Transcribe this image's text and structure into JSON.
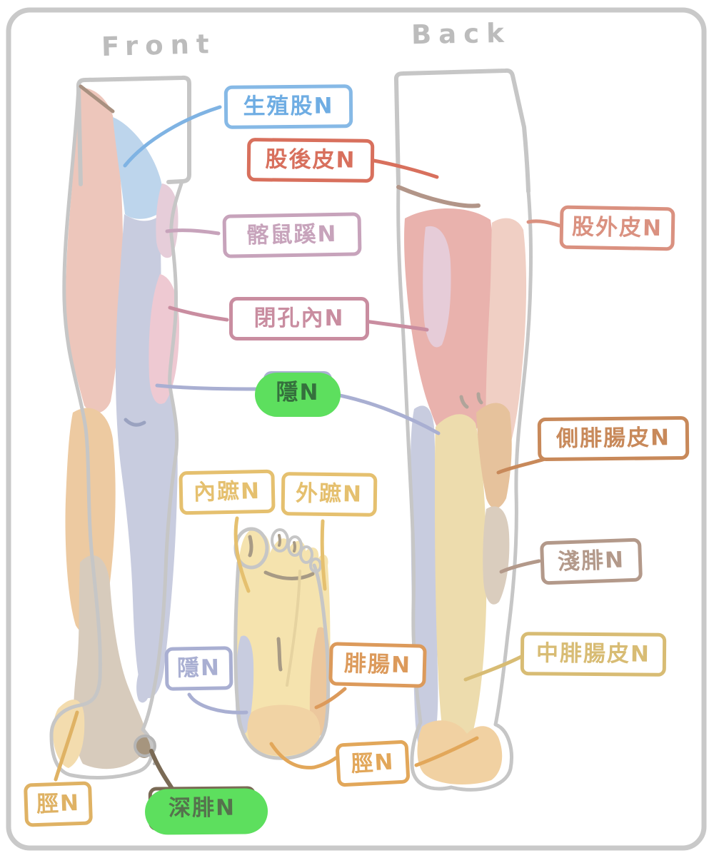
{
  "views": {
    "front": "Front",
    "back": "Back"
  },
  "nerve_labels": [
    {
      "id": "genitofemoral",
      "text": "生殖股N",
      "color": "#86b9e6",
      "highlighted": false
    },
    {
      "id": "posterior-femoral-cutaneous",
      "text": "股後皮N",
      "color": "#d8705d",
      "highlighted": false
    },
    {
      "id": "ilioinguinal",
      "text": "髂鼠蹊N",
      "color": "#c7a3bb",
      "highlighted": false
    },
    {
      "id": "obturator",
      "text": "閉孔內N",
      "color": "#c98da0",
      "highlighted": false
    },
    {
      "id": "saphenous",
      "text": "隱N",
      "color": "#a9afd2",
      "highlighted": true,
      "highlight_color": "#5ddf5e",
      "text_color": "#35703d"
    },
    {
      "id": "medial-plantar",
      "text": "內蹠N",
      "color": "#e5c06f",
      "highlighted": false
    },
    {
      "id": "lateral-plantar",
      "text": "外蹠N",
      "color": "#e5c06f",
      "highlighted": false
    },
    {
      "id": "lateral-femoral-cutaneous",
      "text": "股外皮N",
      "color": "#da9180",
      "highlighted": false
    },
    {
      "id": "lateral-sural-cutaneous",
      "text": "側腓腸皮N",
      "color": "#c8895a",
      "highlighted": false
    },
    {
      "id": "superficial-peroneal",
      "text": "淺腓N",
      "color": "#b3998a",
      "highlighted": false
    },
    {
      "id": "medial-sural-cutaneous",
      "text": "中腓腸皮N",
      "color": "#d8bc74",
      "highlighted": false
    },
    {
      "id": "saphenous-ankle",
      "text": "隱N",
      "color": "#a9afd2",
      "highlighted": false
    },
    {
      "id": "sural",
      "text": "腓腸N",
      "color": "#dc9a5b",
      "highlighted": false
    },
    {
      "id": "tibial-sole",
      "text": "脛N",
      "color": "#e2a75a",
      "highlighted": false
    },
    {
      "id": "tibial-heel",
      "text": "脛N",
      "color": "#dfb264",
      "highlighted": false
    },
    {
      "id": "deep-peroneal",
      "text": "深腓N",
      "color": "#7a6a55",
      "highlighted": true,
      "highlight_color": "#5ddf5e",
      "text_color": "#55724d"
    }
  ],
  "region_fills": {
    "frame_border": "#c9c9c9",
    "outline_gray": "#c6c6c6",
    "front_lateral_thigh_salmon": "#edc6bb",
    "genitofemoral_blue": "#bdd5ec",
    "ilioinguinal_mauve": "#e6cdd9",
    "obturator_pink": "#eec9d2",
    "saphenous_periwinkle": "#c8ccdf",
    "lateral_sural_tan": "#edcaa1",
    "superficial_peroneal_graytan": "#d7cbbc",
    "tibial_heel_yellow": "#f3dcae",
    "deep_peroneal_brown": "#a6957e",
    "posterior_femoral_pink": "#e9b2ad",
    "lateral_femoral_salmon": "#f0cfc4",
    "medial_sural_khaki": "#eddcad",
    "sole_yellow": "#f5e3ae",
    "sole_lateral_orange": "#ecc79d",
    "highlight_green": "#5ddf5e"
  }
}
